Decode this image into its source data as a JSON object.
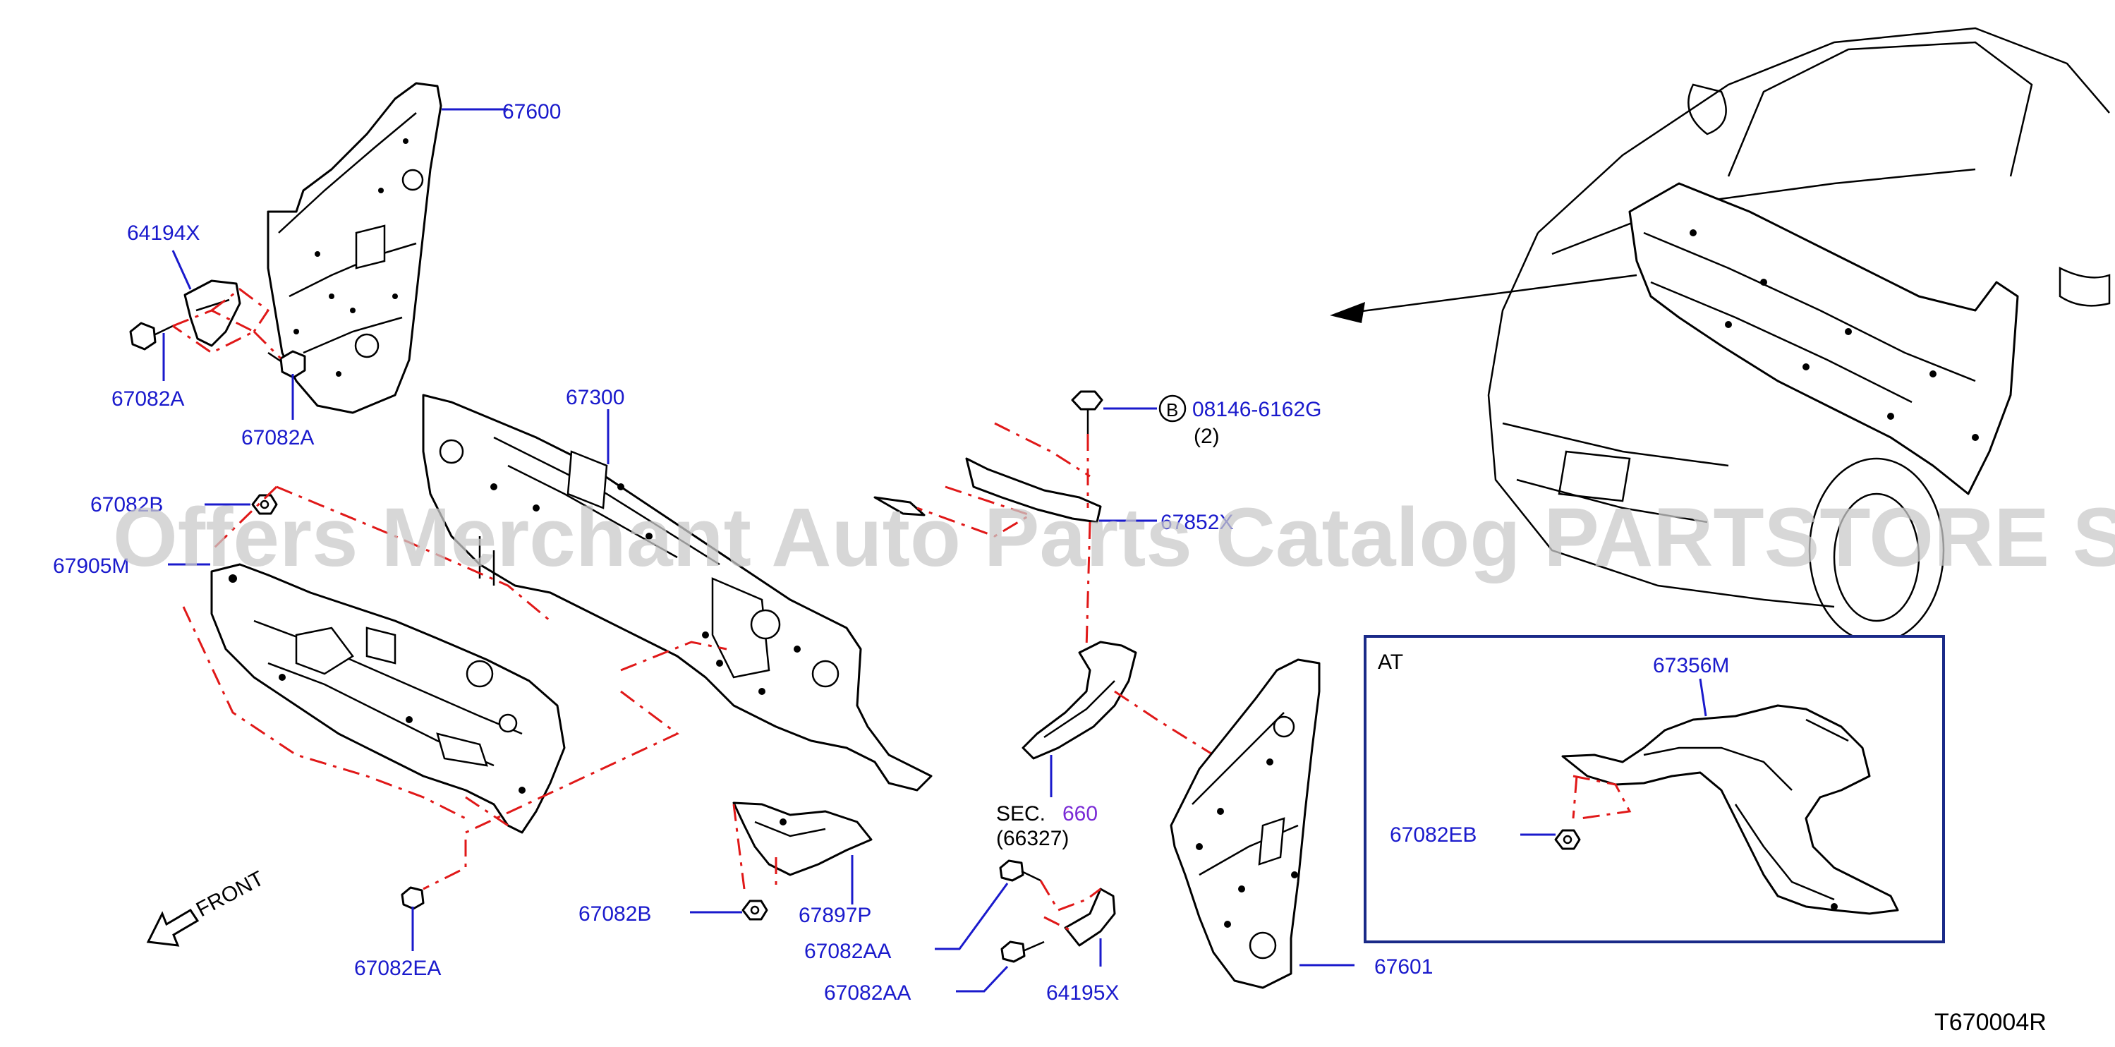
{
  "diagram": {
    "code": "T670004R",
    "front_label": "FRONT",
    "inset_title": "AT",
    "watermark": "Offers Merchant Auto Parts Catalog PARTSTORE SA",
    "bolt_b_symbol": "B",
    "sec_label": "SEC.",
    "sec_ref": "660",
    "sec_sub": "(66327)",
    "qty_label": "(2)",
    "parts": {
      "p67600": "67600",
      "p64194x": "64194X",
      "p67082a_1": "67082A",
      "p67082a_2": "67082A",
      "p67300": "67300",
      "p67082b_1": "67082B",
      "p67905m": "67905M",
      "p67082b_2": "67082B",
      "p67897p": "67897P",
      "p67082ea": "67082EA",
      "p08146": "08146-6162G",
      "p67852x": "67852X",
      "p67082aa_1": "67082AA",
      "p67082aa_2": "67082AA",
      "p64195x": "64195X",
      "p67601": "67601",
      "p67356m": "67356M",
      "p67082eb": "67082EB"
    }
  },
  "colors": {
    "label": "#1a1acc",
    "centerline": "#e01818",
    "inset_border": "#1a2a88",
    "sec_ref": "#7a2bd6"
  },
  "icons": [
    "front-arrow-icon",
    "bolt-icon",
    "nut-icon",
    "clip-icon",
    "circle-b-icon"
  ]
}
